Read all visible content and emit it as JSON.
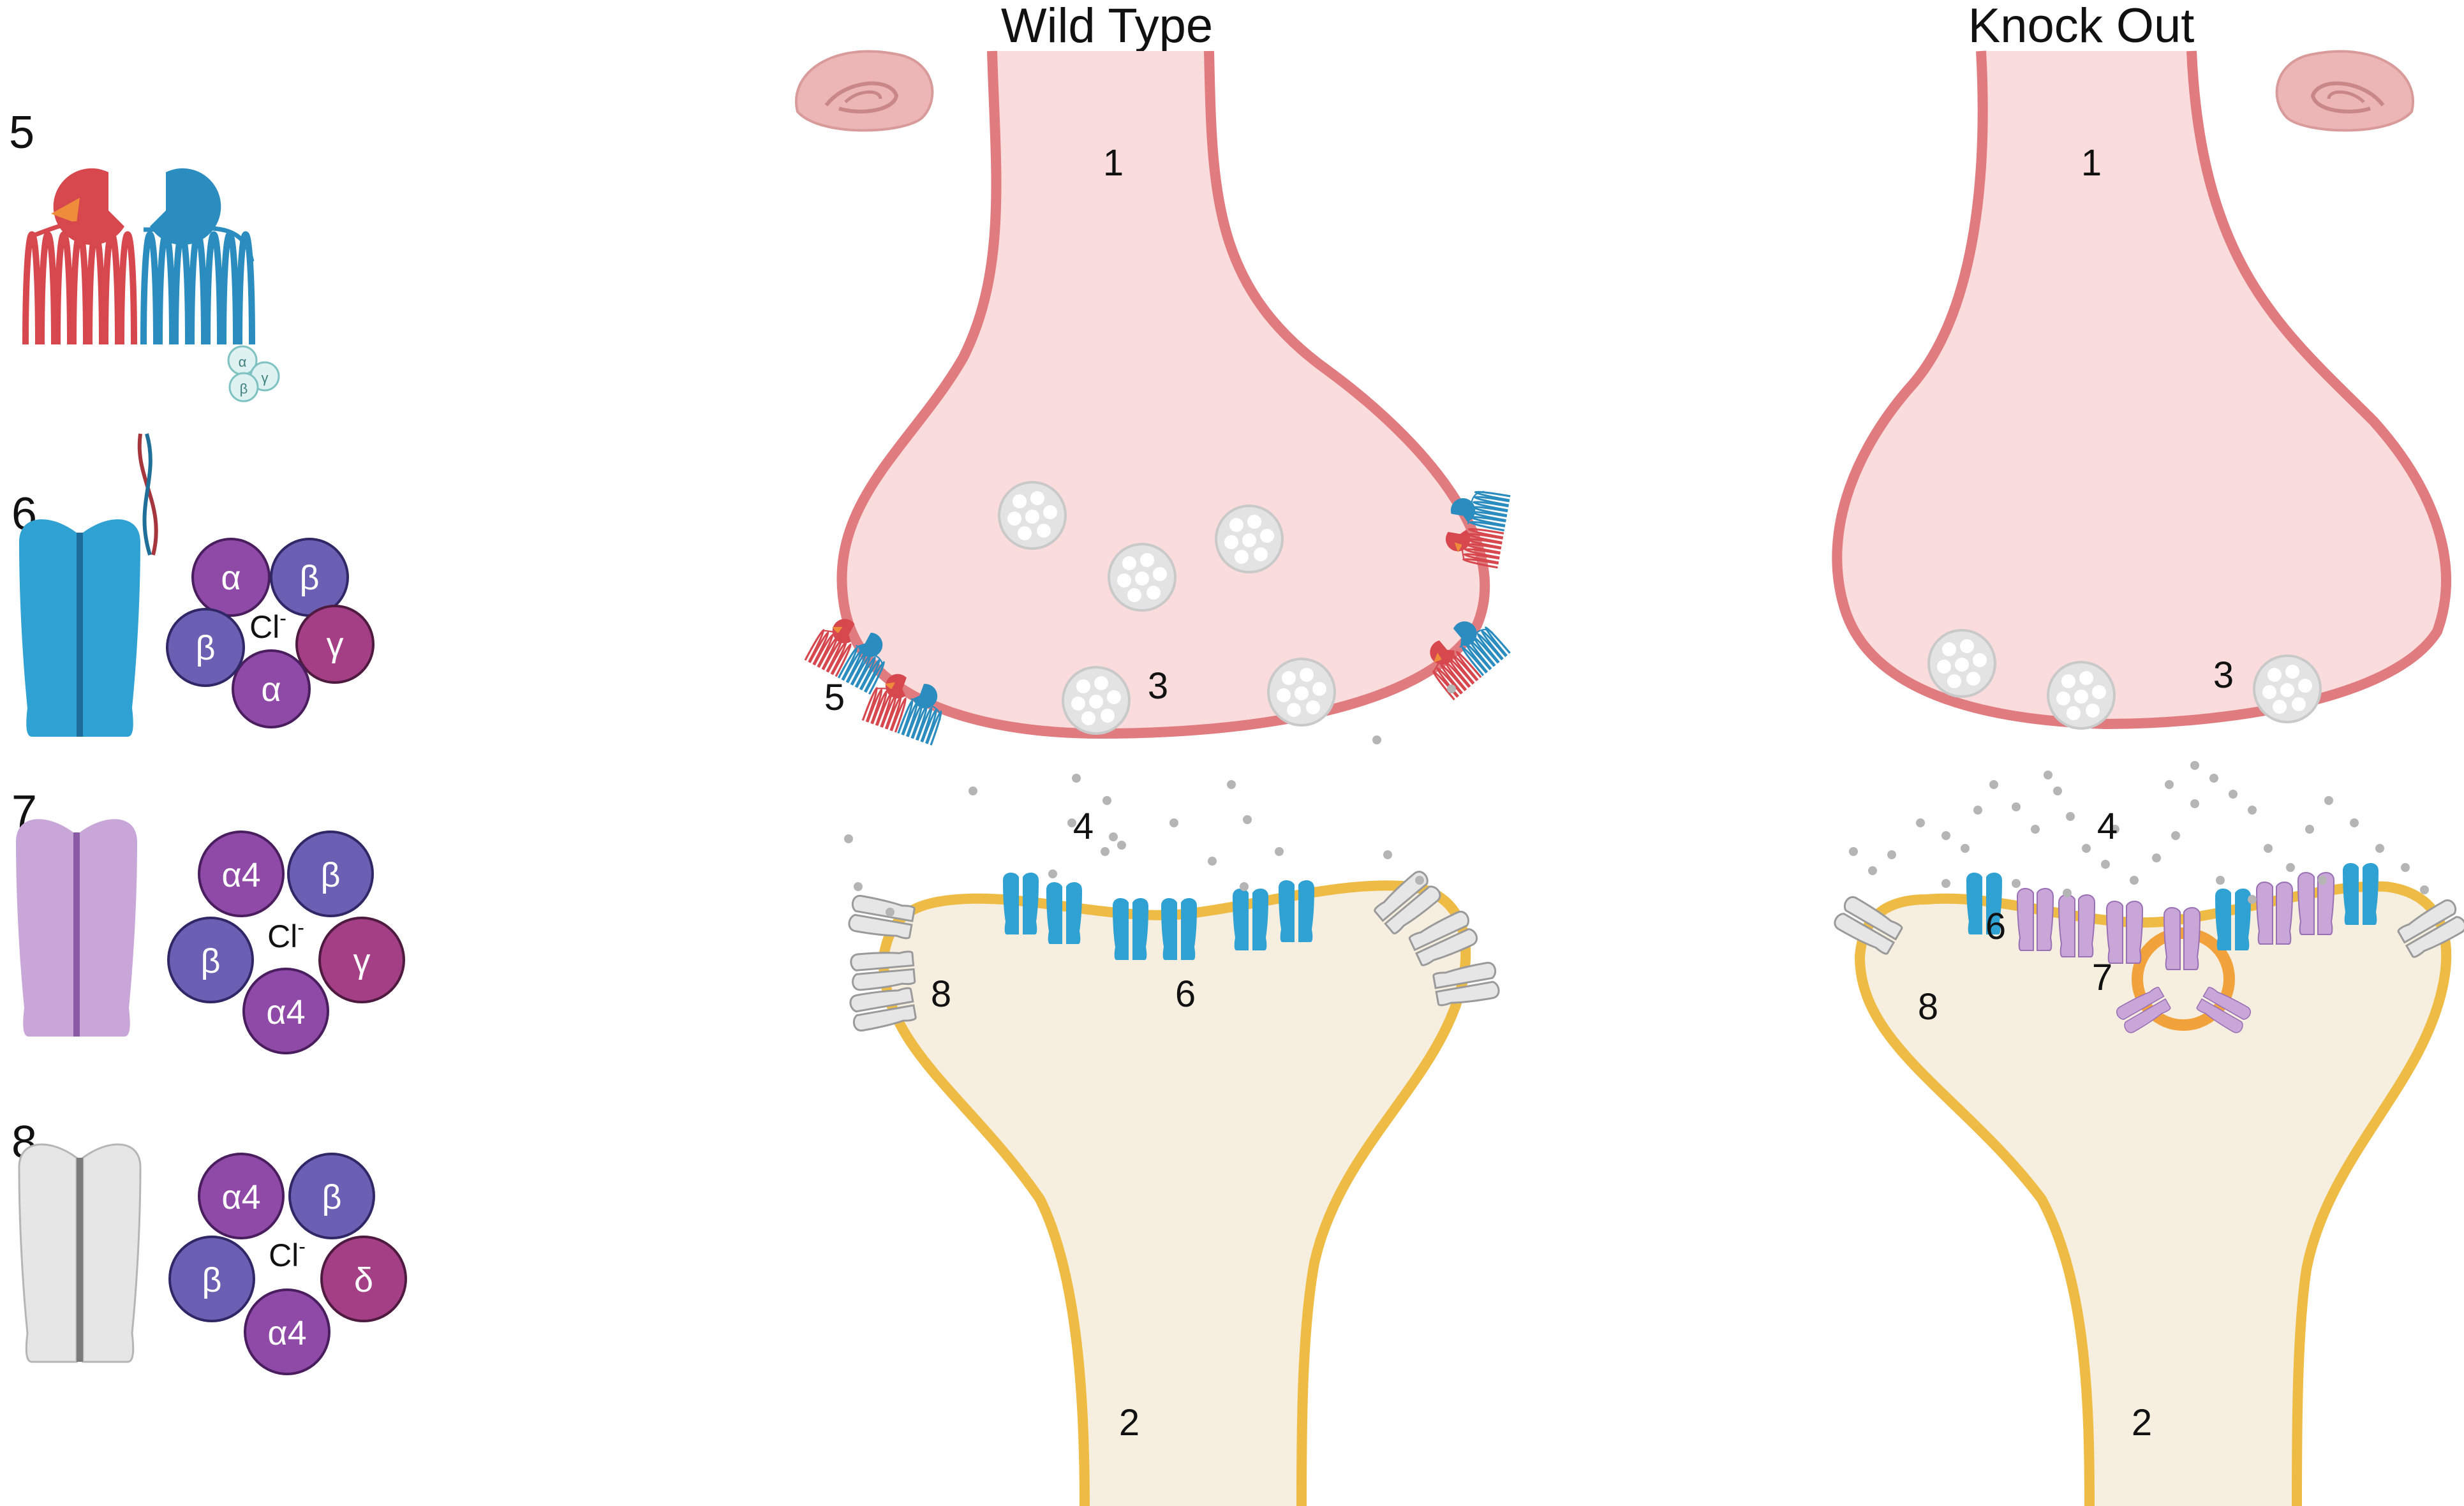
{
  "panels": {
    "wild_type": {
      "title": "Wild Type",
      "labels": {
        "n1": "1",
        "n2": "2",
        "n3": "3",
        "n4": "4",
        "n5": "5",
        "n6": "6",
        "n8": "8"
      }
    },
    "knock_out": {
      "title": "Knock Out",
      "labels": {
        "n1": "1",
        "n2": "2",
        "n3": "3",
        "n4": "4",
        "n6": "6",
        "n7": "7",
        "n8": "8"
      }
    }
  },
  "legend": {
    "item5": {
      "number": "5",
      "g_subunits": [
        "α",
        "β",
        "γ"
      ]
    },
    "item6": {
      "number": "6",
      "subunits": [
        "α",
        "β",
        "γ",
        "α",
        "β"
      ],
      "ion": "Cl",
      "charge": "-"
    },
    "item7": {
      "number": "7",
      "subunits": [
        "α4",
        "β",
        "γ",
        "α4",
        "β"
      ],
      "ion": "Cl",
      "charge": "-"
    },
    "item8": {
      "number": "8",
      "subunits": [
        "α4",
        "β",
        "δ",
        "α4",
        "β"
      ],
      "ion": "Cl",
      "charge": "-"
    }
  },
  "colors": {
    "presynaptic_fill": "#fbdcdc",
    "presynaptic_membrane": "#e07b80",
    "postsynaptic_fill": "#f6efe0",
    "postsynaptic_membrane": "#eebc44",
    "receptor_red": "#d6474e",
    "receptor_blue": "#2b8cbf",
    "gaba_a_blue": "#2fa1d3",
    "extrasynaptic_purple": "#c9a6d8",
    "extrasynaptic_gray": "#e6e6e6",
    "subunit_alpha": "#8e4aa6",
    "subunit_beta": "#6a5fb3",
    "subunit_gamma_delta": "#a43f86",
    "vesicle": "#e3e3e3",
    "gaba": "#b5b5b5",
    "brain_icon": "#e7a8a8"
  },
  "icons": [
    "brain-icon",
    "gaba-b-receptor-icon",
    "gaba-a-channel-icon",
    "vesicle-icon"
  ]
}
